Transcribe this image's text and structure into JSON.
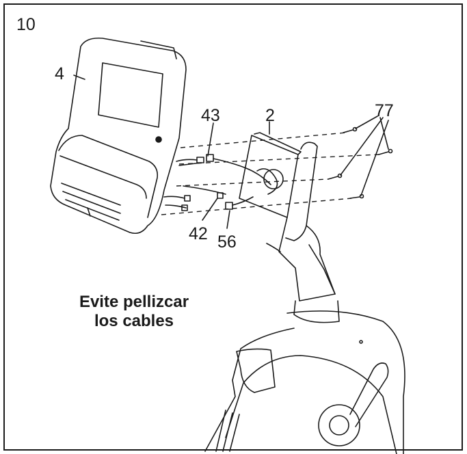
{
  "step_number": "10",
  "callouts": {
    "console": "4",
    "bracket": "2",
    "wire_top": "43",
    "screws": "77",
    "wire_left": "42",
    "wire_right": "56"
  },
  "warning": {
    "line1": "Evite pellizcar",
    "line2": "los cables"
  }
}
